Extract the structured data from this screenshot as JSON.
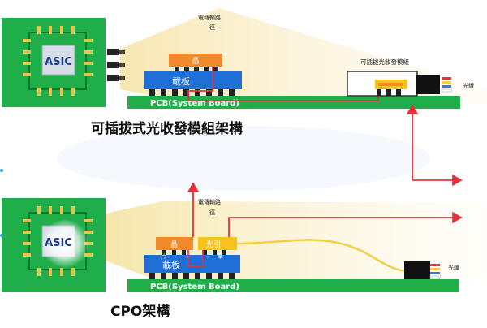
{
  "top": {
    "asic_label": "ASIC",
    "chip_label": "晶",
    "substrate_label": "載板",
    "pcb_label": "PCB(System Board)",
    "electrical_path_label_line1": "電傳輸路",
    "electrical_path_label_line2": "徑",
    "module_label": "可插拔光收發模組",
    "fiber_label": "光纖",
    "caption": "可插拔式光收發模組架構"
  },
  "bottom": {
    "asic_label": "ASIC",
    "chip_label_1": "晶",
    "chip_label_2": "片",
    "engine_label_1": "光引",
    "engine_label_2": "擎",
    "substrate_label": "載板",
    "pcb_label": "PCB(System Board)",
    "electrical_path_label_line1": "電傳輸路",
    "electrical_path_label_line2": "徑",
    "fiber_label": "光纖",
    "caption": "CPO架構"
  },
  "colors": {
    "pcb_green": "#1fae4a",
    "substrate_blue": "#1f6fd6",
    "chip_orange": "#f08a2a",
    "engine_yellow": "#f7c21b",
    "signal_red": "#e8303a",
    "fiber_yellow": "#f2cf4a",
    "cone_yellow": "#fbf0c8"
  }
}
